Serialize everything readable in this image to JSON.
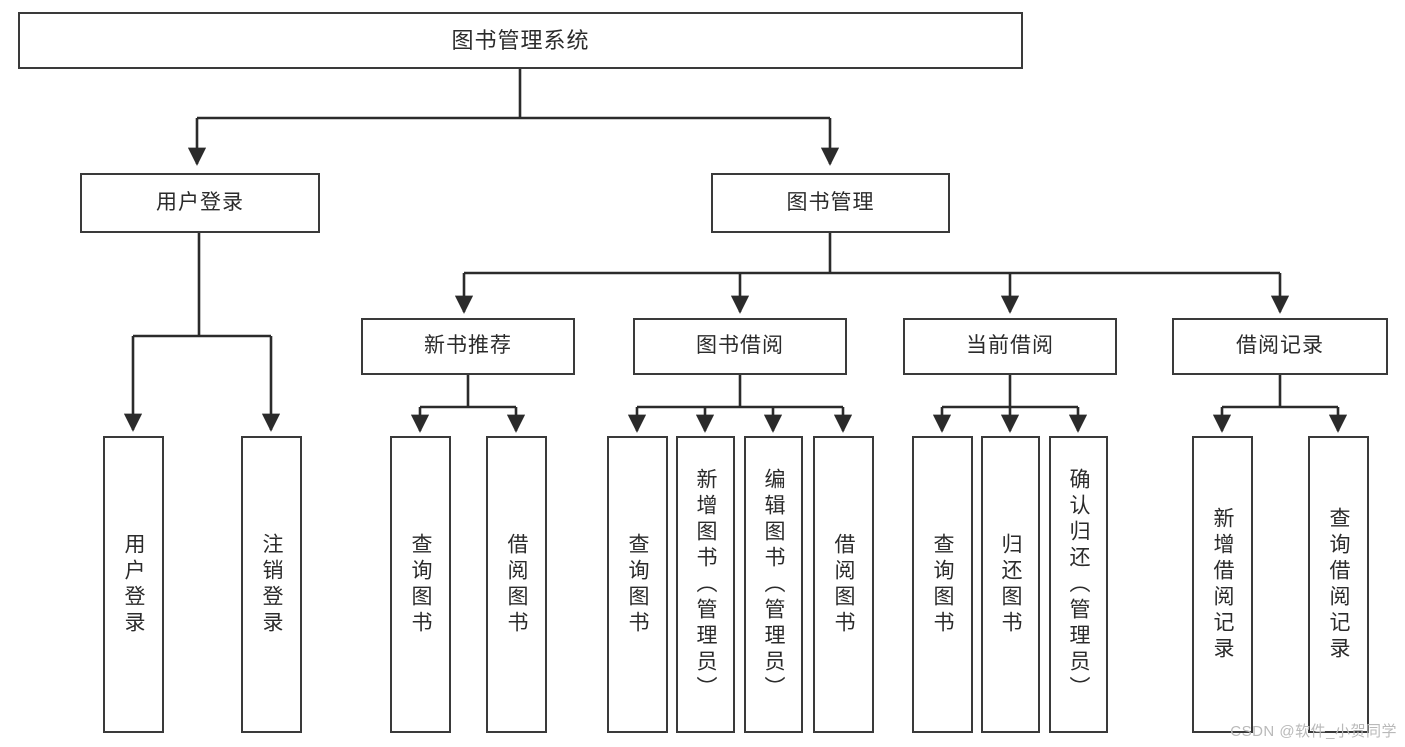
{
  "diagram": {
    "type": "tree",
    "title": "图书管理系统",
    "orientation": "top-down",
    "colors": {
      "box_border": "#3a3a3a",
      "box_fill": "#ffffff",
      "connector": "#2b2b2b",
      "text": "#2b2b2b",
      "watermark": "#b9b9b9",
      "background": "#ffffff"
    },
    "levels": {
      "root": {
        "label": "图书管理系统"
      },
      "level2": [
        {
          "label": "用户登录"
        },
        {
          "label": "图书管理"
        }
      ],
      "level3": [
        {
          "label": "新书推荐"
        },
        {
          "label": "图书借阅"
        },
        {
          "label": "当前借阅"
        },
        {
          "label": "借阅记录"
        }
      ],
      "leaves": {
        "user_login": [
          {
            "label": "用户登录"
          },
          {
            "label": "注销登录"
          }
        ],
        "new_book_recommend": [
          {
            "label": "查询图书"
          },
          {
            "label": "借阅图书"
          }
        ],
        "book_borrow": [
          {
            "label": "查询图书"
          },
          {
            "label": "新增图书（管理员）"
          },
          {
            "label": "编辑图书（管理员）"
          },
          {
            "label": "借阅图书"
          }
        ],
        "current_borrow": [
          {
            "label": "查询图书"
          },
          {
            "label": "归还图书"
          },
          {
            "label": "确认归还（管理员）"
          }
        ],
        "borrow_record": [
          {
            "label": "新增借阅记录"
          },
          {
            "label": "查询借阅记录"
          }
        ]
      }
    },
    "edges": [
      {
        "from": "图书管理系统",
        "to": "用户登录"
      },
      {
        "from": "图书管理系统",
        "to": "图书管理"
      },
      {
        "from": "用户登录",
        "to": "用户登录"
      },
      {
        "from": "用户登录",
        "to": "注销登录"
      },
      {
        "from": "图书管理",
        "to": "新书推荐"
      },
      {
        "from": "图书管理",
        "to": "图书借阅"
      },
      {
        "from": "图书管理",
        "to": "当前借阅"
      },
      {
        "from": "图书管理",
        "to": "借阅记录"
      },
      {
        "from": "新书推荐",
        "to": "查询图书"
      },
      {
        "from": "新书推荐",
        "to": "借阅图书"
      },
      {
        "from": "图书借阅",
        "to": "查询图书"
      },
      {
        "from": "图书借阅",
        "to": "新增图书（管理员）"
      },
      {
        "from": "图书借阅",
        "to": "编辑图书（管理员）"
      },
      {
        "from": "图书借阅",
        "to": "借阅图书"
      },
      {
        "from": "当前借阅",
        "to": "查询图书"
      },
      {
        "from": "当前借阅",
        "to": "归还图书"
      },
      {
        "from": "当前借阅",
        "to": "确认归还（管理员）"
      },
      {
        "from": "借阅记录",
        "to": "新增借阅记录"
      },
      {
        "from": "借阅记录",
        "to": "查询借阅记录"
      }
    ]
  },
  "watermark": {
    "text": "CSDN @软件_小贺同学"
  }
}
